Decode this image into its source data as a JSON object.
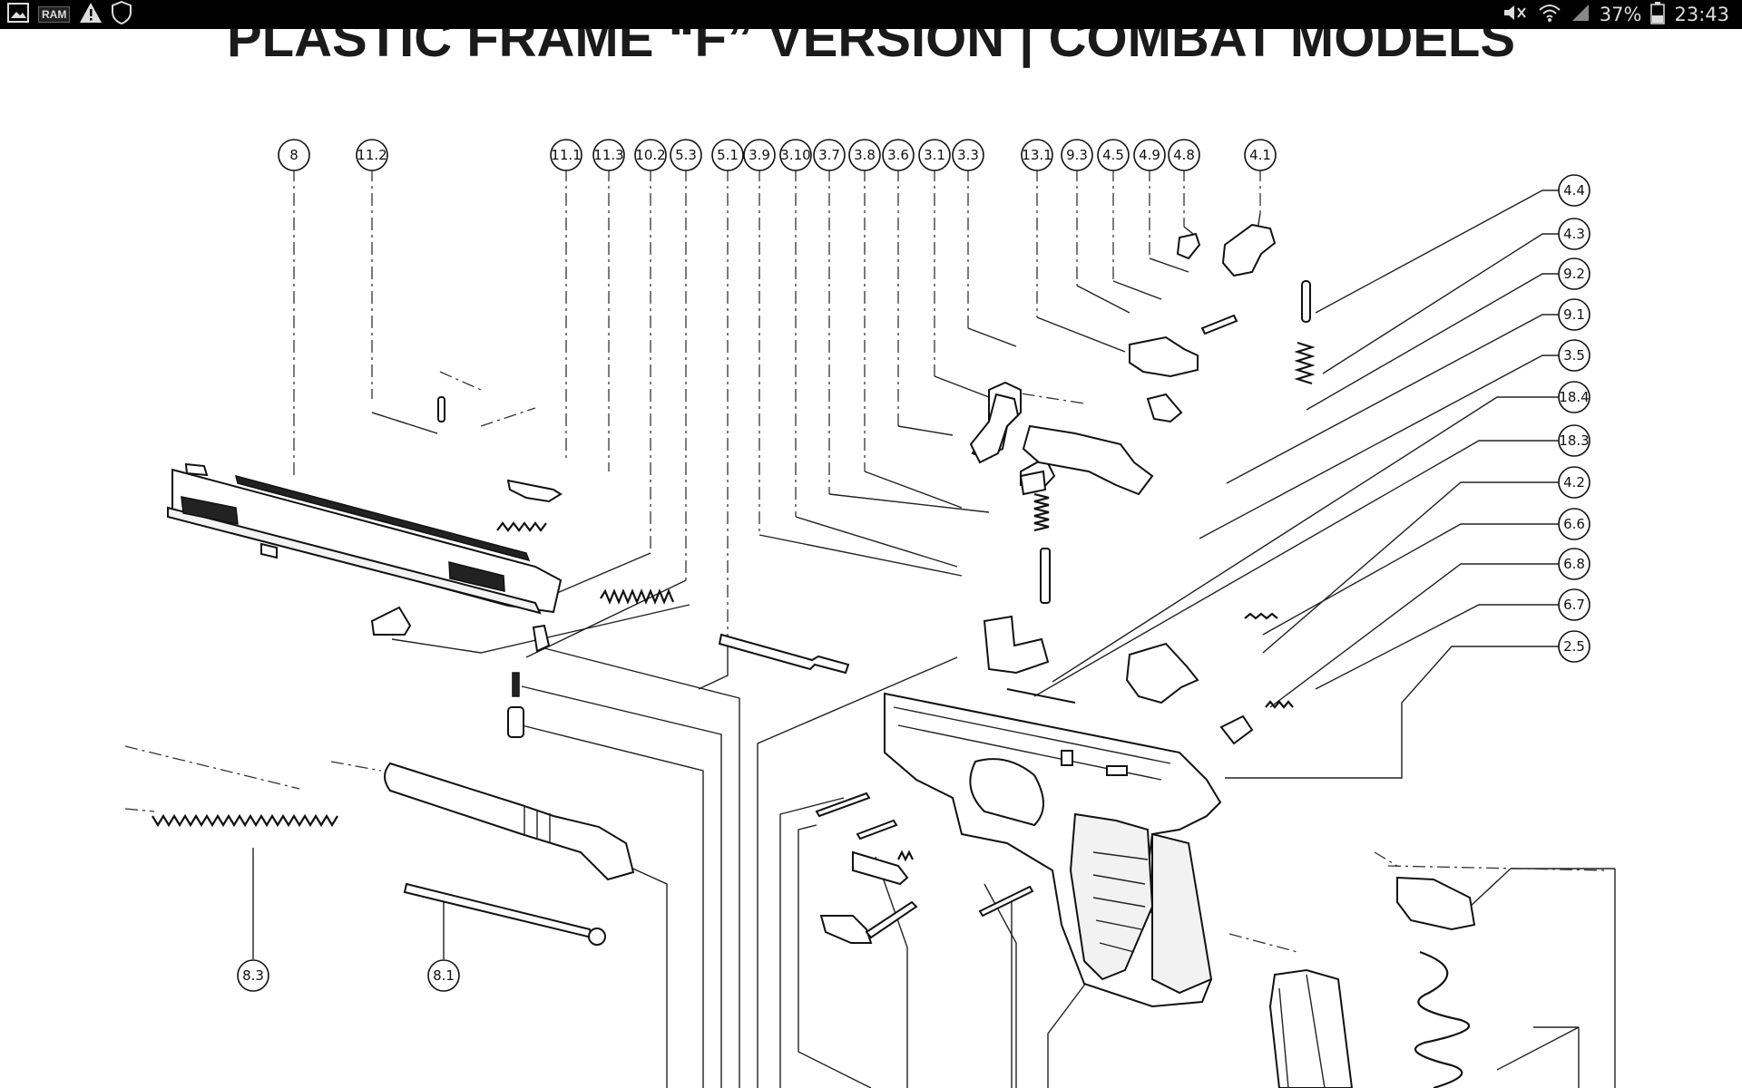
{
  "status_bar": {
    "icons_left": [
      "image-icon",
      "ram-icon",
      "warning-icon",
      "shield-icon"
    ],
    "ram_label": "RAM",
    "icons_right": [
      "mute-icon",
      "wifi-icon",
      "signal-icon",
      "battery-icon"
    ],
    "battery": "37%",
    "time": "23:43"
  },
  "diagram": {
    "title": "PLASTIC FRAME “F” VERSION | COMBAT MODELS",
    "top_labels": [
      "8",
      "11.2",
      "11.1",
      "11.3",
      "10.2",
      "5.3",
      "5.1",
      "3.9",
      "3.10",
      "3.7",
      "3.8",
      "3.6",
      "3.1",
      "3.3",
      "13.1",
      "9.3",
      "4.5",
      "4.9",
      "4.8",
      "4.1"
    ],
    "right_labels": [
      "4.4",
      "4.3",
      "9.2",
      "9.1",
      "3.5",
      "18.4",
      "18.3",
      "4.2",
      "6.6",
      "6.8",
      "6.7",
      "2.5"
    ],
    "bottom_labels": [
      "8.3",
      "8.1"
    ]
  },
  "colors": {
    "status_bg": "#000000",
    "status_fg": "#dddddd",
    "line": "#111111",
    "background": "#ffffff"
  }
}
